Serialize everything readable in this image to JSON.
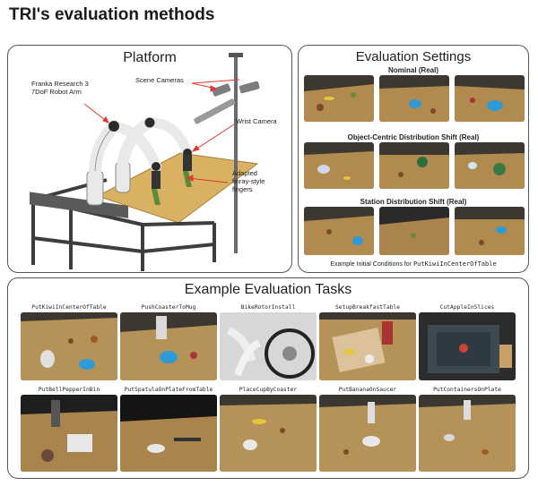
{
  "title": "TRI's evaluation methods",
  "platform": {
    "title": "Platform",
    "annotations": {
      "robot_arm_line1": "Franka Research 3",
      "robot_arm_line2": "7DoF Robot Arm",
      "scene_cameras": "Scene Cameras",
      "wrist_camera": "Wrist Camera",
      "fingers_line1": "Adapted",
      "fingers_line2": "finray-style",
      "fingers_line3": "fingers"
    }
  },
  "settings": {
    "title": "Evaluation Settings",
    "rows": [
      {
        "label": "Nominal (Real)"
      },
      {
        "label": "Object-Centric Distribution Shift (Real)"
      },
      {
        "label": "Station Distribution Shift (Real)"
      }
    ],
    "caption_prefix": "Example Initial Conditions for",
    "caption_task": "PutKiwiInCenterOfTable"
  },
  "tasks": {
    "title": "Example Evaluation Tasks",
    "items": [
      {
        "label": "PutKiwiInCenterOfTable"
      },
      {
        "label": "PushCoasterToMug"
      },
      {
        "label": "BikeRotorInstall"
      },
      {
        "label": "SetupBreakfastTable"
      },
      {
        "label": "CutAppleInSlices"
      },
      {
        "label": "PutBellPepperInBin"
      },
      {
        "label": "PutSpatulaOnPlateFromTable"
      },
      {
        "label": "PlaceCupByCoaster"
      },
      {
        "label": "PutBananaOnSaucer"
      },
      {
        "label": "PutContainersOnPlate"
      }
    ]
  },
  "colors": {
    "border": "#555555",
    "table_wood": "#b08a4e",
    "platform_board": "#d8b162",
    "coaster_blue": "#2e9bd6",
    "annotation_arrow": "#e03a2e"
  }
}
